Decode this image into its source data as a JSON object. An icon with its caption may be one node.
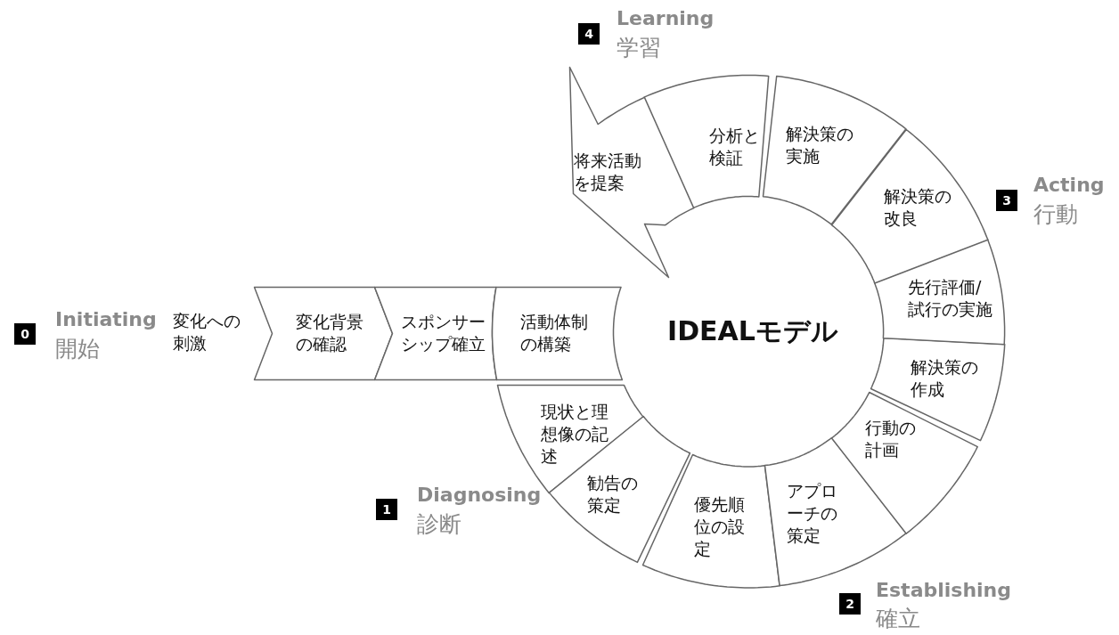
{
  "diagram": {
    "nodes": [
      {
        "text": [
          "変化背景の確認"
        ]
      },
      {
        "text": [
          "スポンサーシップ確立"
        ]
      },
      {
        "text": [
          "活動体制の構築"
        ]
      },
      {
        "text": [
          "現状と理想像の記述"
        ]
      },
      {
        "text": [
          "勧告の策定"
        ]
      },
      {
        "text": [
          "優先順位の設定"
        ]
      },
      {
        "text": [
          "アプローチの策定"
        ]
      },
      {
        "text": [
          "行動の計画"
        ]
      },
      {
        "text": [
          "解決策の作成"
        ]
      },
      {
        "text": [
          "先行評価/試行の実施"
        ]
      },
      {
        "text": [
          "解決策の改良"
        ]
      },
      {
        "text": [
          "解決策の実施"
        ]
      },
      {
        "text": [
          "分析と検証"
        ]
      },
      {
        "text": [
          "将来活動を提案"
        ]
      }
    ],
    "labels": [
      "4",
      "Learning",
      "学習",
      "3",
      "Acting",
      "行動",
      "0",
      "Initiating",
      "開始",
      "変化への刺激",
      "IDEALモデル",
      "1",
      "Diagnosing",
      "診断",
      "2",
      "Establishing",
      "確立"
    ]
  }
}
